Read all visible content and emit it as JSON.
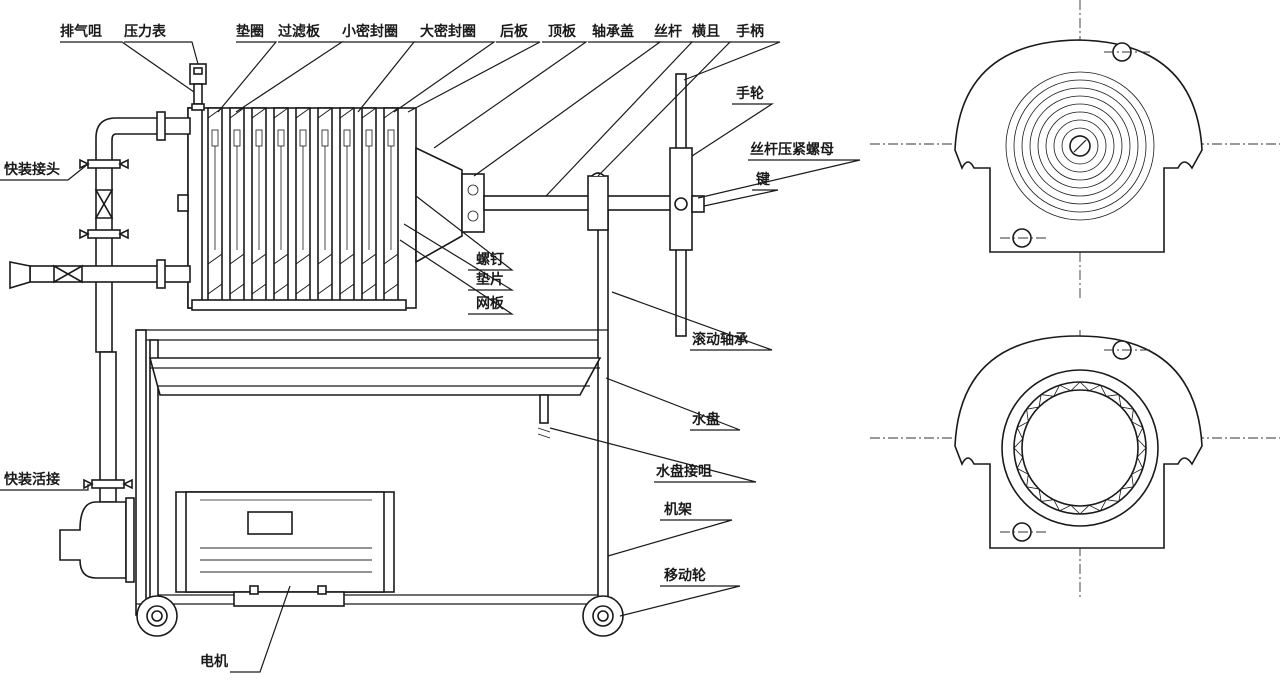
{
  "labels": {
    "vent_nozzle": "排气咀",
    "pressure_gauge": "压力表",
    "gasket": "垫圈",
    "filter_plate": "过滤板",
    "small_seal_ring": "小密封圈",
    "large_seal_ring": "大密封圈",
    "back_plate": "后板",
    "top_plate": "顶板",
    "bearing_cover": "轴承盖",
    "screw_rod": "丝杆",
    "cross_bar": "横且",
    "handle": "手柄",
    "hand_wheel": "手轮",
    "screw_nut": "丝杆压紧螺母",
    "key": "键",
    "quick_connector": "快装接头",
    "screw": "螺钉",
    "washer": "垫片",
    "mesh_plate": "网板",
    "rolling_bearing": "滚动轴承",
    "water_tray": "水盘",
    "tray_nozzle": "水盘接咀",
    "quick_union": "快装活接",
    "frame": "机架",
    "caster": "移动轮",
    "motor": "电机"
  }
}
